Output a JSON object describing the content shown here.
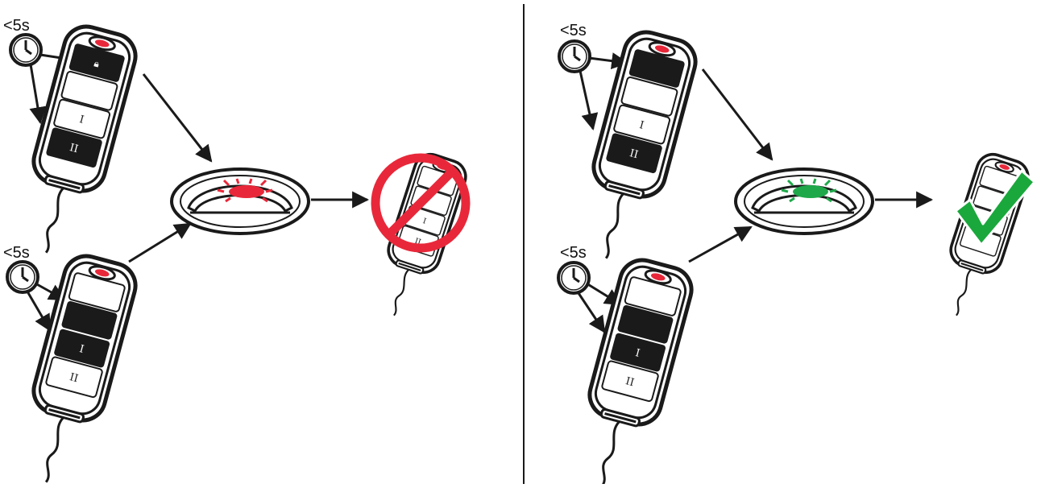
{
  "colors": {
    "ink": "#1a1a1a",
    "red_led": "#e8283a",
    "green_led": "#1ea84a",
    "prohibit_red": "#e8283a",
    "check_green": "#1aa83c"
  },
  "panels": [
    {
      "id": "left",
      "timer_labels": [
        "<5s",
        "<5s"
      ],
      "receiver_led_color": "red",
      "result_icon": "prohibited-icon"
    },
    {
      "id": "right",
      "timer_labels": [
        "<5s",
        "<5s"
      ],
      "receiver_led_color": "green",
      "result_icon": "checkmark-icon"
    }
  ],
  "button_glyphs": {
    "third": "I",
    "fourth": "II"
  }
}
